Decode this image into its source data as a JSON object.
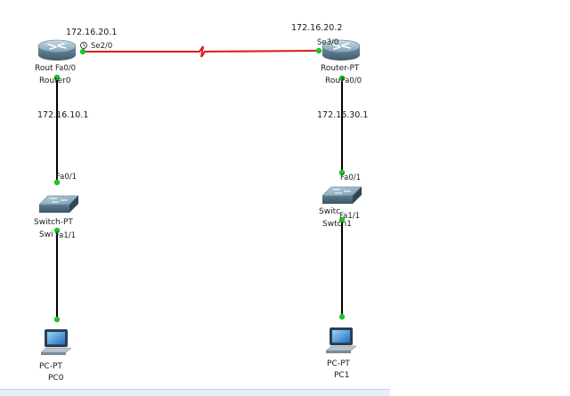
{
  "devices": {
    "router0": {
      "model": "Router-PT",
      "name": "Router0"
    },
    "router1": {
      "model": "Router-PT",
      "name": "Router1"
    },
    "switch0": {
      "model": "Switch-PT",
      "name": "Switch0"
    },
    "switch1": {
      "model": "Switch-PT",
      "name": "Switch1"
    },
    "pc0": {
      "model": "PC-PT",
      "name": "PC0"
    },
    "pc1": {
      "model": "PC-PT",
      "name": "PC1"
    }
  },
  "ips": {
    "router0_serial": "172.16.20.1",
    "router1_serial": "172.16.20.2",
    "router0_lan": "172.16.10.1",
    "router1_lan": "172.16.30.1"
  },
  "ports": {
    "router0_fa": "Fa0/0",
    "router0_se": "Se2/0",
    "router1_se": "Se3/0",
    "router1_fa": "Fa0/0",
    "switch0_up": "Fa0/1",
    "switch0_down": "Fa1/1",
    "switch1_up": "Fa0/1",
    "switch1_down": "Fa1/1"
  },
  "colors": {
    "serial_link": "#d81e1e",
    "ethernet_link": "#000000",
    "link_up": "#22c22a"
  },
  "icons": {
    "router": "router-icon",
    "switch": "switch-icon",
    "pc": "pc-icon",
    "clock": "clock-icon"
  }
}
